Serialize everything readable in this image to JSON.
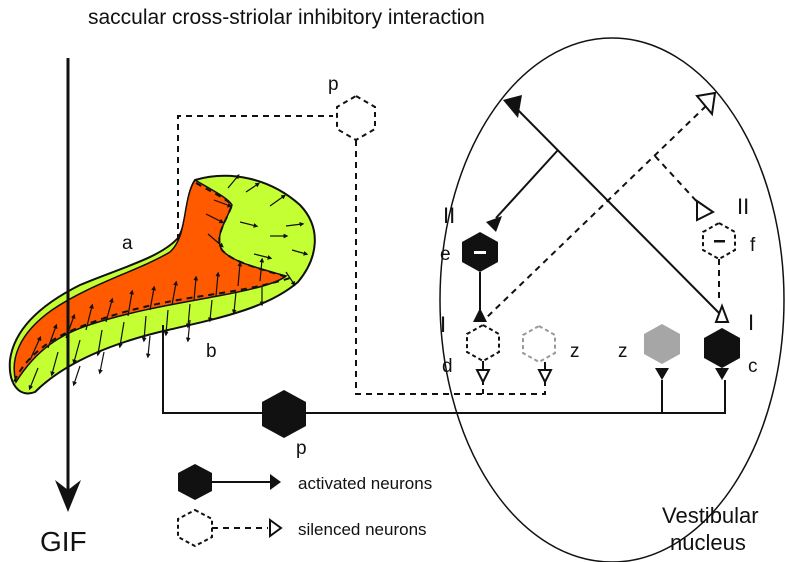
{
  "title": "saccular  cross-striolar inhibitory interaction",
  "labels": {
    "a": "a",
    "b": "b",
    "p_top": "p",
    "p_bottom": "p",
    "gif": "GIF",
    "roman_II_left": "II",
    "roman_II_right": "II",
    "roman_I_left": "I",
    "roman_I_right": "I",
    "e": "e",
    "f": "f",
    "d": "d",
    "c": "c",
    "z_left": "z",
    "z_right": "z"
  },
  "nucleus": {
    "line1": "Vestibular",
    "line2": "nucleus"
  },
  "legend": {
    "activated": "activated neurons",
    "silenced": "silenced neurons"
  },
  "colors": {
    "orange": "#ff5a00",
    "green": "#c4ff33",
    "black": "#111111",
    "gray": "#a6a6a6"
  }
}
